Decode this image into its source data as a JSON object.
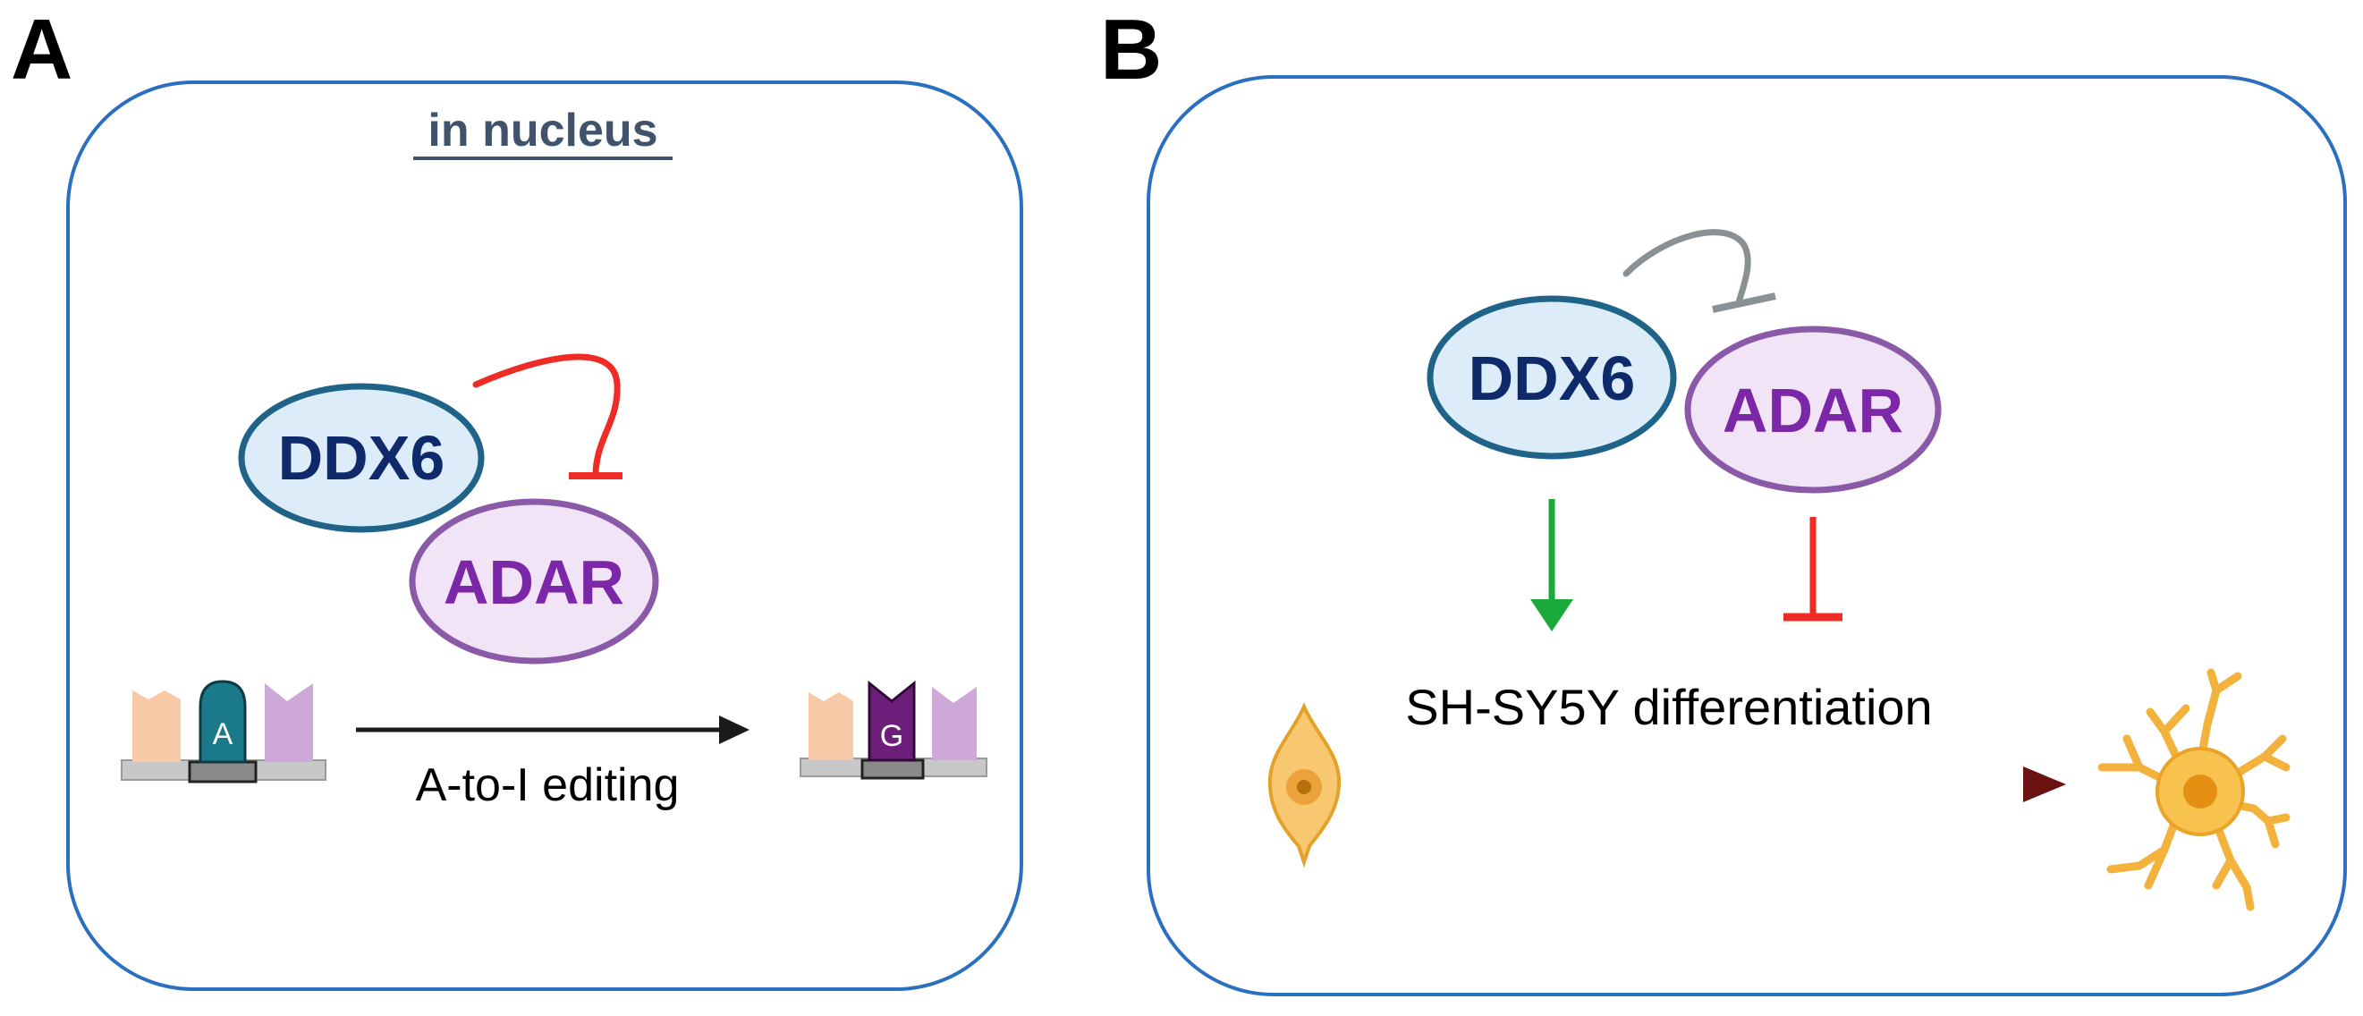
{
  "panel_a": {
    "letter": "A",
    "heading": "in nucleus",
    "ddx6_label": "DDX6",
    "adar_label": "ADAR",
    "base_before": "A",
    "base_after": "G",
    "process_label": "A-to-I editing"
  },
  "panel_b": {
    "letter": "B",
    "ddx6_label": "DDX6",
    "adar_label": "ADAR",
    "process_label": "SH-SY5Y differentiation"
  },
  "colors": {
    "panel_border": "#2b6fc0",
    "heading": "#41526b",
    "ddx6_fill": "#dcecf8",
    "ddx6_stroke": "#1f6488",
    "ddx6_text": "#0e2a6a",
    "adar_fill": "#f0e4f6",
    "adar_stroke": "#8a5aa8",
    "adar_text": "#7b27a7",
    "inhibition_red": "#ee2b24",
    "inhibition_gray": "#8a9195",
    "activation_green": "#1aaa3c",
    "editing_arrow": "#1a1a1a",
    "differentiation_arrow": "#6a1212",
    "neuron": "#f2b23b",
    "base_a": "#1a7a8a",
    "base_g": "#6c1e7a",
    "base_peach": "#f8c9a6",
    "base_lilac": "#cda8d8",
    "rna_backbone": "#c8c8c8"
  },
  "icons": {
    "inhibition": "blunt-arrow",
    "activation": "arrowhead",
    "cell_start": "undifferentiated-neuroblastoma-cell",
    "cell_end": "differentiated-neuron"
  }
}
